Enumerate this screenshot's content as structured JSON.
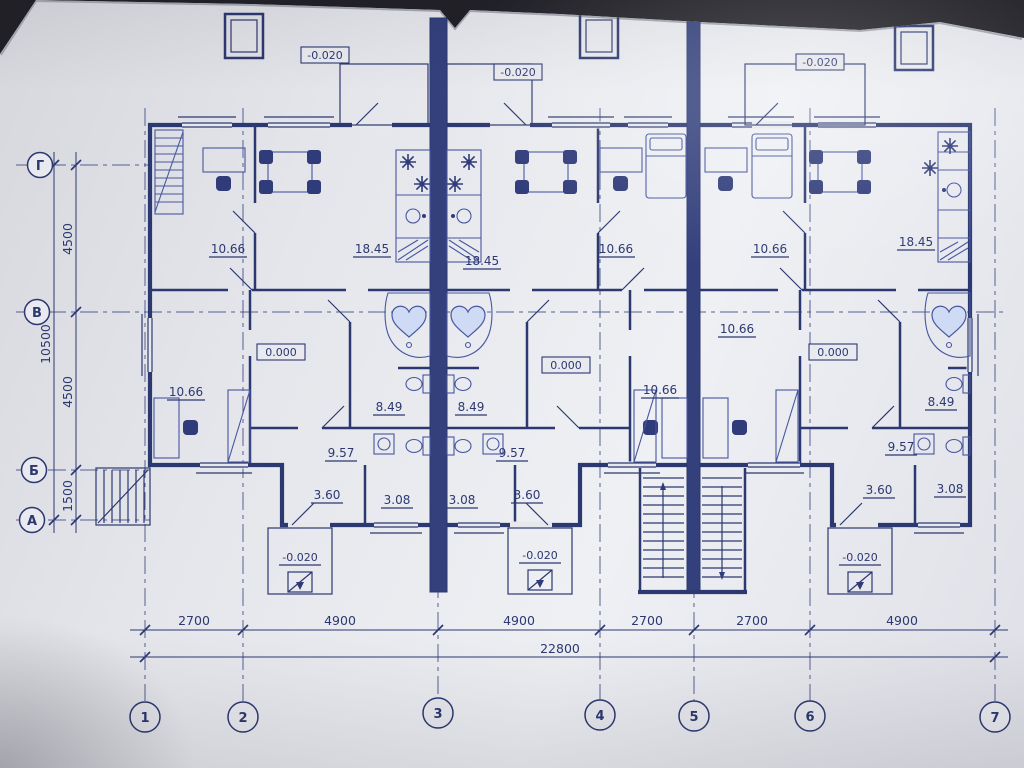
{
  "photo": {
    "background": "#202026",
    "paper": "#e9eaef",
    "ink": "#2c3870"
  },
  "axes": {
    "bottom": [
      "1",
      "2",
      "3",
      "4",
      "5",
      "6",
      "7"
    ],
    "left": [
      "Г",
      "В",
      "Б",
      "А"
    ]
  },
  "dims": {
    "bottom": [
      "2700",
      "4900",
      "4900",
      "2700",
      "2700",
      "4900"
    ],
    "total": "22800",
    "left": [
      "4500",
      "4500",
      "1500"
    ],
    "left_total": "10500"
  },
  "elev": {
    "top": [
      "-0.020",
      "-0.020",
      "-0.020"
    ],
    "mid": [
      "0.000",
      "0.000",
      "0.000"
    ],
    "bottom": [
      "-0.020",
      "-0.020",
      "-0.020"
    ]
  },
  "areas": {
    "u1": {
      "kitchen": "10.66",
      "living": "18.45",
      "bedroom": "10.66",
      "bath": "8.49",
      "hall": "9.57",
      "wc": "3.60",
      "storage": "3.08"
    },
    "u2": {
      "living": "18.45",
      "kitchen": "10.66",
      "bedroom": "10.66",
      "bath": "8.49",
      "hall": "9.57",
      "wc": "3.60",
      "storage": "3.08"
    },
    "u3": {
      "kitchen": "10.66",
      "living": "18.45",
      "bedroom": "10.66",
      "bath": "8.49",
      "hall": "9.57",
      "wc": "3.60",
      "storage": "3.08"
    }
  }
}
